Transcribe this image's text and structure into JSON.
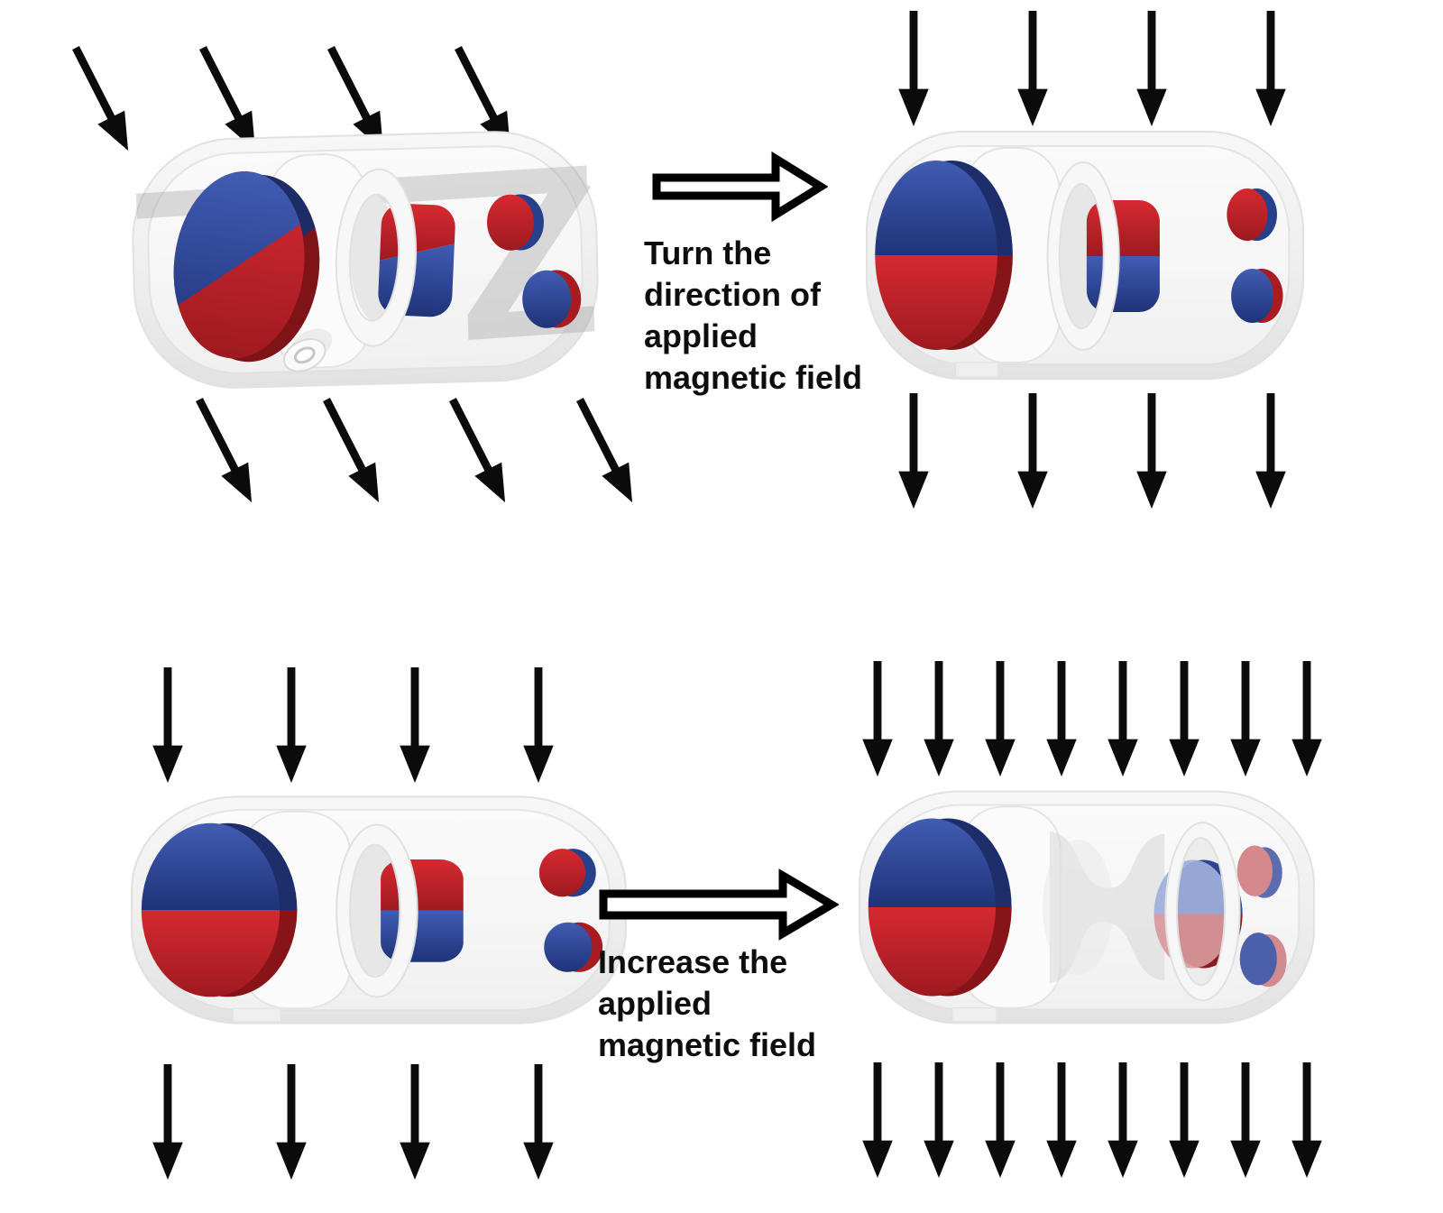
{
  "colors": {
    "magnet_north_blue": "#26408c",
    "magnet_south_red": "#c4242b",
    "capsule_shell_gray": "#efefef",
    "field_arrow_black": "#0b0b0b",
    "text_black": "#0d0d0d"
  },
  "icons": {
    "field_arrow_down": "solid black downward arrow (↓ shape)",
    "field_arrow_diagonal": "solid black arrow pointing down-right",
    "transition_arrow_right": "hollow black-outlined rightward arrow (⇨ shape)",
    "capsule": "transparent cylindrical capsule containing red/blue disc magnets"
  },
  "transitions": [
    {
      "id": "turn",
      "lines": [
        "Turn the",
        "direction of",
        "applied",
        "magnetic field"
      ]
    },
    {
      "id": "increase",
      "lines": [
        "Increase the",
        "applied",
        "magnetic field"
      ]
    }
  ],
  "panels": {
    "top_left": {
      "state": "field applied diagonally, magnets rotated diagonally",
      "arrow_direction": "diagonal-down-right",
      "above": 4,
      "below": 4
    },
    "top_right": {
      "state": "field applied vertically, magnets aligned vertically",
      "arrow_direction": "down",
      "above": 4,
      "below": 4
    },
    "bottom_left": {
      "state": "weak vertical field, magnets at rest",
      "arrow_direction": "down",
      "above": 4,
      "below": 4
    },
    "bottom_right": {
      "state": "strong vertical field, middle magnet pulled right stretching bellows",
      "arrow_direction": "down",
      "above": 8,
      "below": 8
    }
  }
}
